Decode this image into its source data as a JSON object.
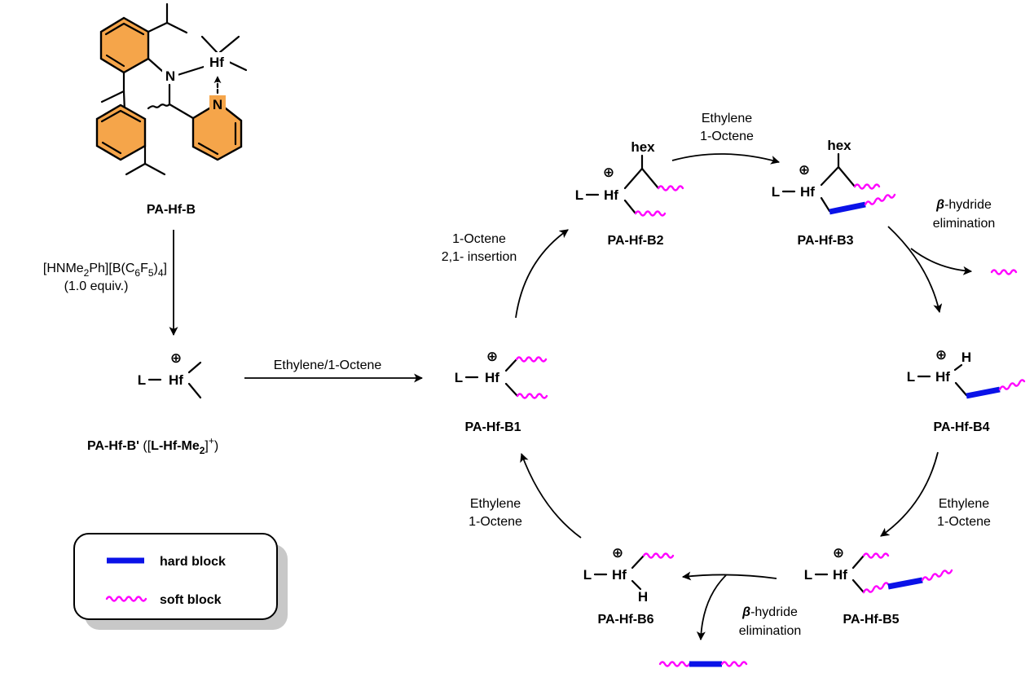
{
  "ligand": {
    "hf": "Hf",
    "n_amine": "N",
    "n_pyridine": "N"
  },
  "labels": {
    "pa_hf_b": "PA-Hf-B",
    "pa_hf_b_prime": "PA-Hf-B'",
    "pa_hf_b_prime_formula_open": "([",
    "pa_hf_b_prime_formula_bold": "L-Hf-Me",
    "pa_hf_b_prime_formula_sub": "2",
    "pa_hf_b_prime_formula_close": "]",
    "pa_hf_b_prime_formula_sup": "+",
    "pa_hf_b_prime_formula_end": ")",
    "b1": "PA-Hf-B1",
    "b2": "PA-Hf-B2",
    "b3": "PA-Hf-B3",
    "b4": "PA-Hf-B4",
    "b5": "PA-Hf-B5",
    "b6": "PA-Hf-B6"
  },
  "activator": {
    "line1_a": "[HNMe",
    "line1_sub1": "2",
    "line1_b": "Ph][B(C",
    "line1_sub2": "6",
    "line1_c": "F",
    "line1_sub3": "5",
    "line1_d": ")",
    "line1_sub4": "4",
    "line1_e": "]",
    "line2": "(1.0 equiv.)"
  },
  "reagents": {
    "ethylene_octene": "Ethylene/1-Octene",
    "insertion_line1": "1-Octene",
    "insertion_line2": "2,1- insertion",
    "top_line1": "Ethylene",
    "top_line2": "1-Octene",
    "right_line1": "Ethylene",
    "right_line2": "1-Octene",
    "left_line1": "Ethylene",
    "left_line2": "1-Octene",
    "beta_top_line1": "β-hydride",
    "beta_top_line2": "elimination",
    "beta_bottom_line1": "β-hydride",
    "beta_bottom_line2": "elimination"
  },
  "atoms": {
    "L": "L",
    "Hf": "Hf",
    "H": "H",
    "hex": "hex",
    "plus": "⊕"
  },
  "legend": {
    "hard": "hard block",
    "soft": "soft block"
  },
  "colors": {
    "hard_block": "#0a12e8",
    "soft_block": "#ff00ff",
    "aryl_ring": "#f5a54a",
    "legend_shadow": "#c8c8c8"
  }
}
